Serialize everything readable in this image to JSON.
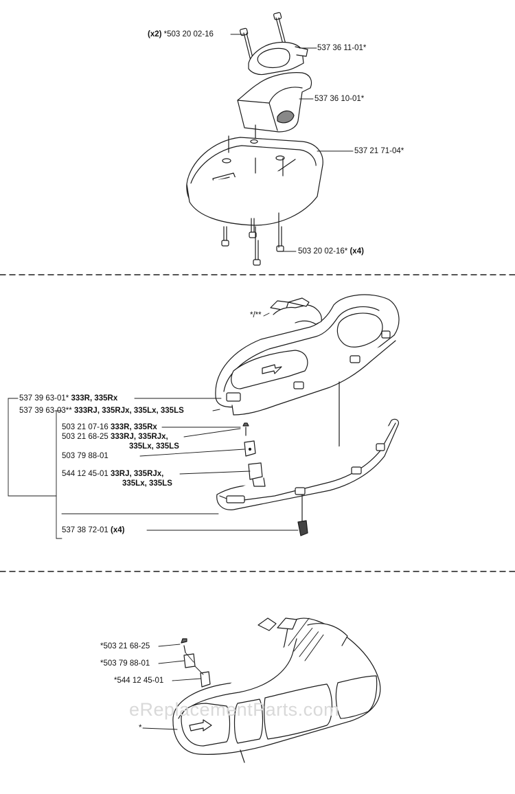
{
  "watermark": "eReplacementParts.com",
  "section1": {
    "bolt_top_qty": "(x2)",
    "bolt_top_part": "*503 20 02-16",
    "clamp_part": "537 36 11-01*",
    "bracket_part": "537 36 10-01*",
    "guard_part": "537 21 71-04*",
    "bolt_bottom_part": "503 20 02-16*",
    "bolt_bottom_qty": "(x4)"
  },
  "section2": {
    "guard_mark": "*/**",
    "kit_a_part": "537 39 63-01*",
    "kit_a_models": "333R, 335Rx",
    "kit_b_part": "537 39 63-03**",
    "kit_b_models": "333RJ, 335RJx, 335Lx, 335LS",
    "screw_a_part": "503 21 07-16",
    "screw_a_models": "333R, 335Rx",
    "screw_b_part": "503 21 68-25",
    "screw_b_models_1": "333RJ, 335RJx,",
    "screw_b_models_2": "335Lx, 335LS",
    "plate_part": "503 79 88-01",
    "knife_part": "544 12 45-01",
    "knife_models_1": "33RJ, 335RJx,",
    "knife_models_2": "335Lx, 335LS",
    "clip_part": "537 38 72-01",
    "clip_qty": "(x4)"
  },
  "section3": {
    "screw_part": "*503 21 68-25",
    "plate_part": "*503 79 88-01",
    "knife_part": "*544 12 45-01",
    "guard_mark": "*"
  }
}
